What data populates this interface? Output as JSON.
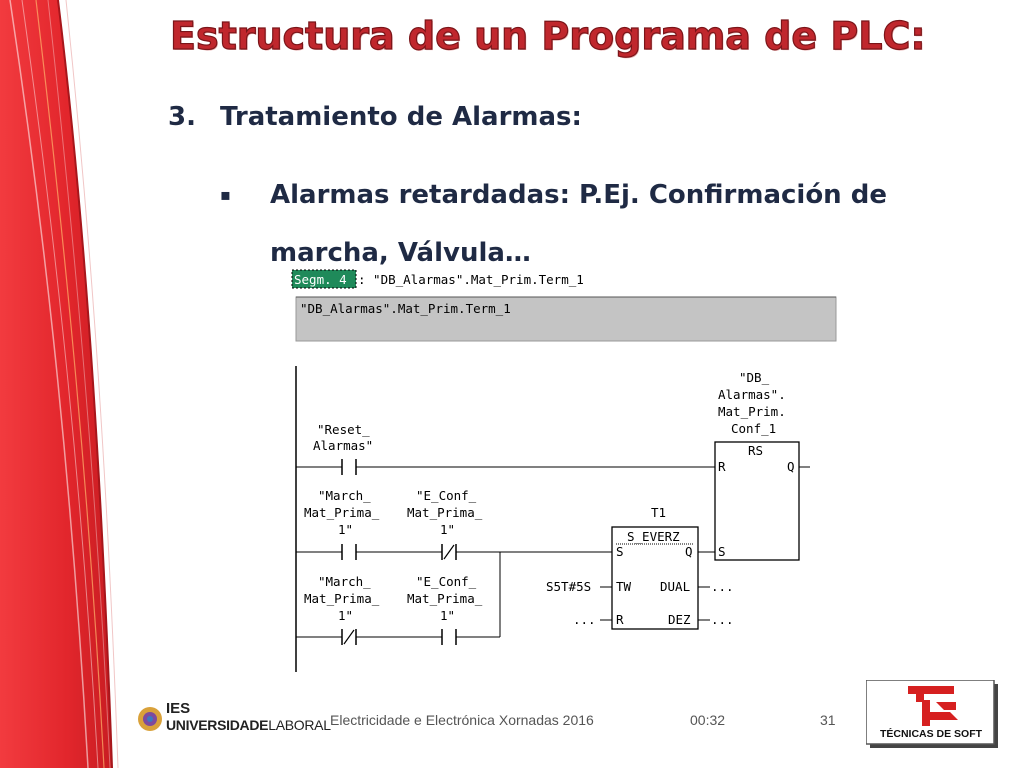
{
  "slide": {
    "title": "Estructura de un Programa de PLC:",
    "numbered_item": {
      "number": "3.",
      "text": "Tratamiento de Alarmas:"
    },
    "bullet": {
      "marker": "▪",
      "text": "Alarmas retardadas: P.Ej. Confirmación de marcha, Válvula…"
    }
  },
  "plc": {
    "segment_badge": "Segm. 4",
    "segment_title": ": \"DB_Alarmas\".Mat_Prim.Term_1",
    "comment": "\"DB_Alarmas\".Mat_Prim.Term_1",
    "reset_label": [
      "\"Reset_",
      "Alarmas\""
    ],
    "march1_label": [
      "\"March_",
      "Mat_Prima_",
      "1\""
    ],
    "econf1_label": [
      "\"E_Conf_",
      "Mat_Prima_",
      "1\""
    ],
    "march2_label": [
      "\"March_",
      "Mat_Prima_",
      "1\""
    ],
    "econf2_label": [
      "\"E_Conf_",
      "Mat_Prima_",
      "1\""
    ],
    "rs_output_label": [
      "\"DB_",
      "Alarmas\".",
      "Mat_Prim.",
      "Conf_1"
    ],
    "rs_block": {
      "name": "RS",
      "r": "R",
      "s": "S",
      "q": "Q"
    },
    "timer_name": "T1",
    "timer_block": {
      "name": "S_EVERZ",
      "s": "S",
      "q": "Q",
      "tw": "TW",
      "dual": "DUAL",
      "r": "R",
      "dez": "DEZ",
      "tw_value": "S5T#5S",
      "r_value": "...",
      "dual_value": "...",
      "dez_value": "..."
    }
  },
  "footer": {
    "logo_ies": "IES",
    "logo_univ_bold": "UNIVERSIDADE",
    "logo_univ_light": "LABORAL",
    "event": "Electricidade e Electrónica Xornadas 2016",
    "time": "00:32",
    "page": "31",
    "company_logo_text": "TÉCNICAS DE SOFT"
  },
  "colors": {
    "title": "#c0272d",
    "text": "#1f2a44",
    "deco_red": "#e2262c",
    "badge_green": "#1f8a5a",
    "comment_gray": "#c4c4c4"
  }
}
